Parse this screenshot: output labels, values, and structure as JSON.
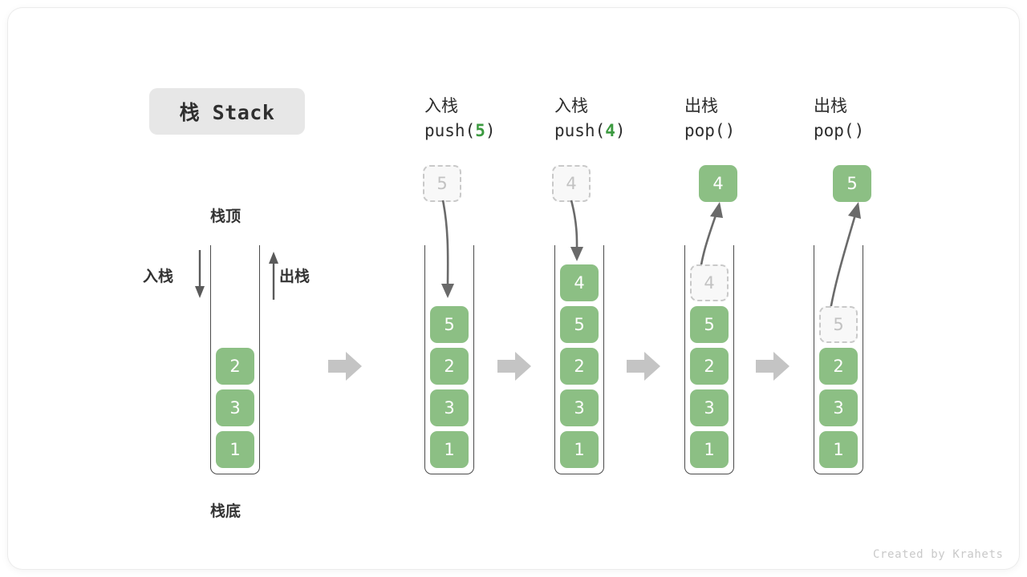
{
  "title": "栈 Stack",
  "labels": {
    "stack_top": "栈顶",
    "stack_bottom": "栈底",
    "push_side": "入栈",
    "pop_side": "出栈"
  },
  "watermark": "Created by Krahets",
  "colors": {
    "cell_green": "#8cbf84",
    "cell_text": "#ffffff",
    "ghost_fill": "#f8f8f8",
    "ghost_border": "#c9c9c9",
    "ghost_text": "#c2c2c2",
    "container_stroke": "#4a4a4a",
    "arrow_gray": "#5a5a5a",
    "sep_arrow": "#c4c4c4",
    "badge_bg": "#e7e7e7",
    "accent_green_text": "#3c9a40",
    "text_dark": "#2c2c2c"
  },
  "steps": [
    {
      "id": "initial",
      "op_title": "",
      "op_call_prefix": "",
      "op_call_value": "",
      "op_call_suffix": "",
      "floating": null,
      "cells": [
        {
          "value": "2",
          "state": "solid"
        },
        {
          "value": "3",
          "state": "solid"
        },
        {
          "value": "1",
          "state": "solid"
        }
      ]
    },
    {
      "id": "push-5",
      "op_title": "入栈",
      "op_call_prefix": "push(",
      "op_call_value": "5",
      "op_call_suffix": ")",
      "floating": {
        "value": "5",
        "state": "ghost",
        "direction": "in"
      },
      "cells": [
        {
          "value": "5",
          "state": "solid"
        },
        {
          "value": "2",
          "state": "solid"
        },
        {
          "value": "3",
          "state": "solid"
        },
        {
          "value": "1",
          "state": "solid"
        }
      ]
    },
    {
      "id": "push-4",
      "op_title": "入栈",
      "op_call_prefix": "push(",
      "op_call_value": "4",
      "op_call_suffix": ")",
      "floating": {
        "value": "4",
        "state": "ghost",
        "direction": "in"
      },
      "cells": [
        {
          "value": "4",
          "state": "solid"
        },
        {
          "value": "5",
          "state": "solid"
        },
        {
          "value": "2",
          "state": "solid"
        },
        {
          "value": "3",
          "state": "solid"
        },
        {
          "value": "1",
          "state": "solid"
        }
      ]
    },
    {
      "id": "pop-4",
      "op_title": "出栈",
      "op_call_prefix": "pop(",
      "op_call_value": "",
      "op_call_suffix": ")",
      "floating": {
        "value": "4",
        "state": "solid",
        "direction": "out"
      },
      "cells": [
        {
          "value": "4",
          "state": "ghost"
        },
        {
          "value": "5",
          "state": "solid"
        },
        {
          "value": "2",
          "state": "solid"
        },
        {
          "value": "3",
          "state": "solid"
        },
        {
          "value": "1",
          "state": "solid"
        }
      ]
    },
    {
      "id": "pop-5",
      "op_title": "出栈",
      "op_call_prefix": "pop(",
      "op_call_value": "",
      "op_call_suffix": ")",
      "floating": {
        "value": "5",
        "state": "solid",
        "direction": "out"
      },
      "cells": [
        {
          "value": "5",
          "state": "ghost"
        },
        {
          "value": "2",
          "state": "solid"
        },
        {
          "value": "3",
          "state": "solid"
        },
        {
          "value": "1",
          "state": "solid"
        }
      ]
    }
  ]
}
